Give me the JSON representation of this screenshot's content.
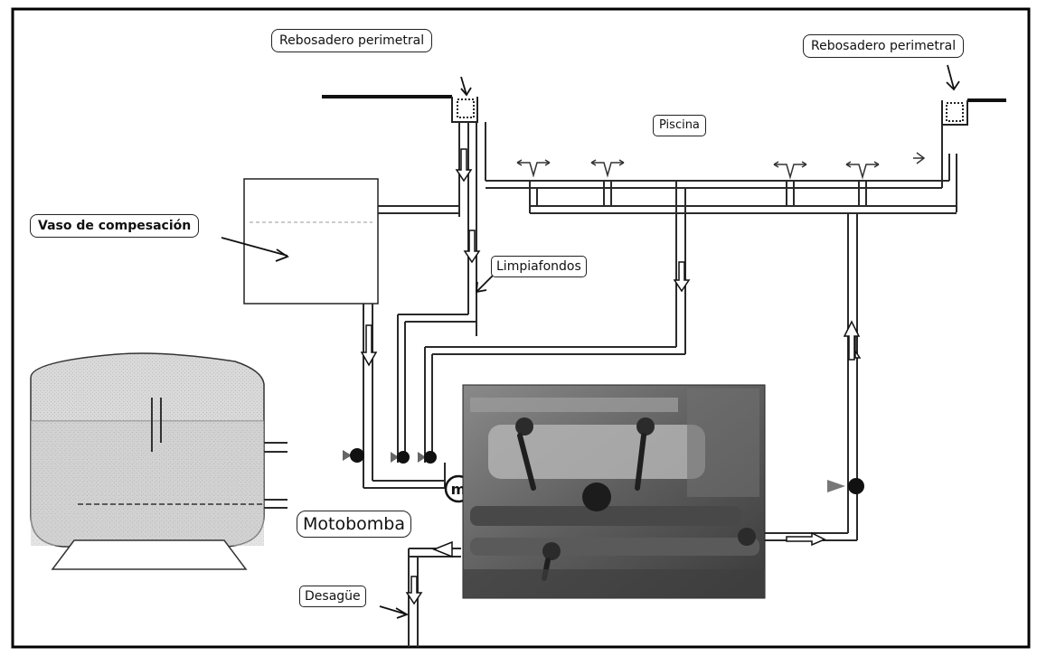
{
  "labels": {
    "rebosadero_left": "Rebosadero perimetral",
    "rebosadero_right": "Rebosadero perimetral",
    "piscina": "Piscina",
    "vaso": "Vaso de compesación",
    "limpiafondos": "Limpiafondos",
    "motobomba": "Motobomba",
    "desague": "Desagüe",
    "motor_symbol": "m"
  },
  "colors": {
    "pipe": "#2a2a2a",
    "pipe_fill": "#cfcfcf",
    "valve": "#111111",
    "arrow": "#111111",
    "frame": "#000000"
  },
  "photo": {
    "description_icon": "pump-room-photo-icon"
  }
}
